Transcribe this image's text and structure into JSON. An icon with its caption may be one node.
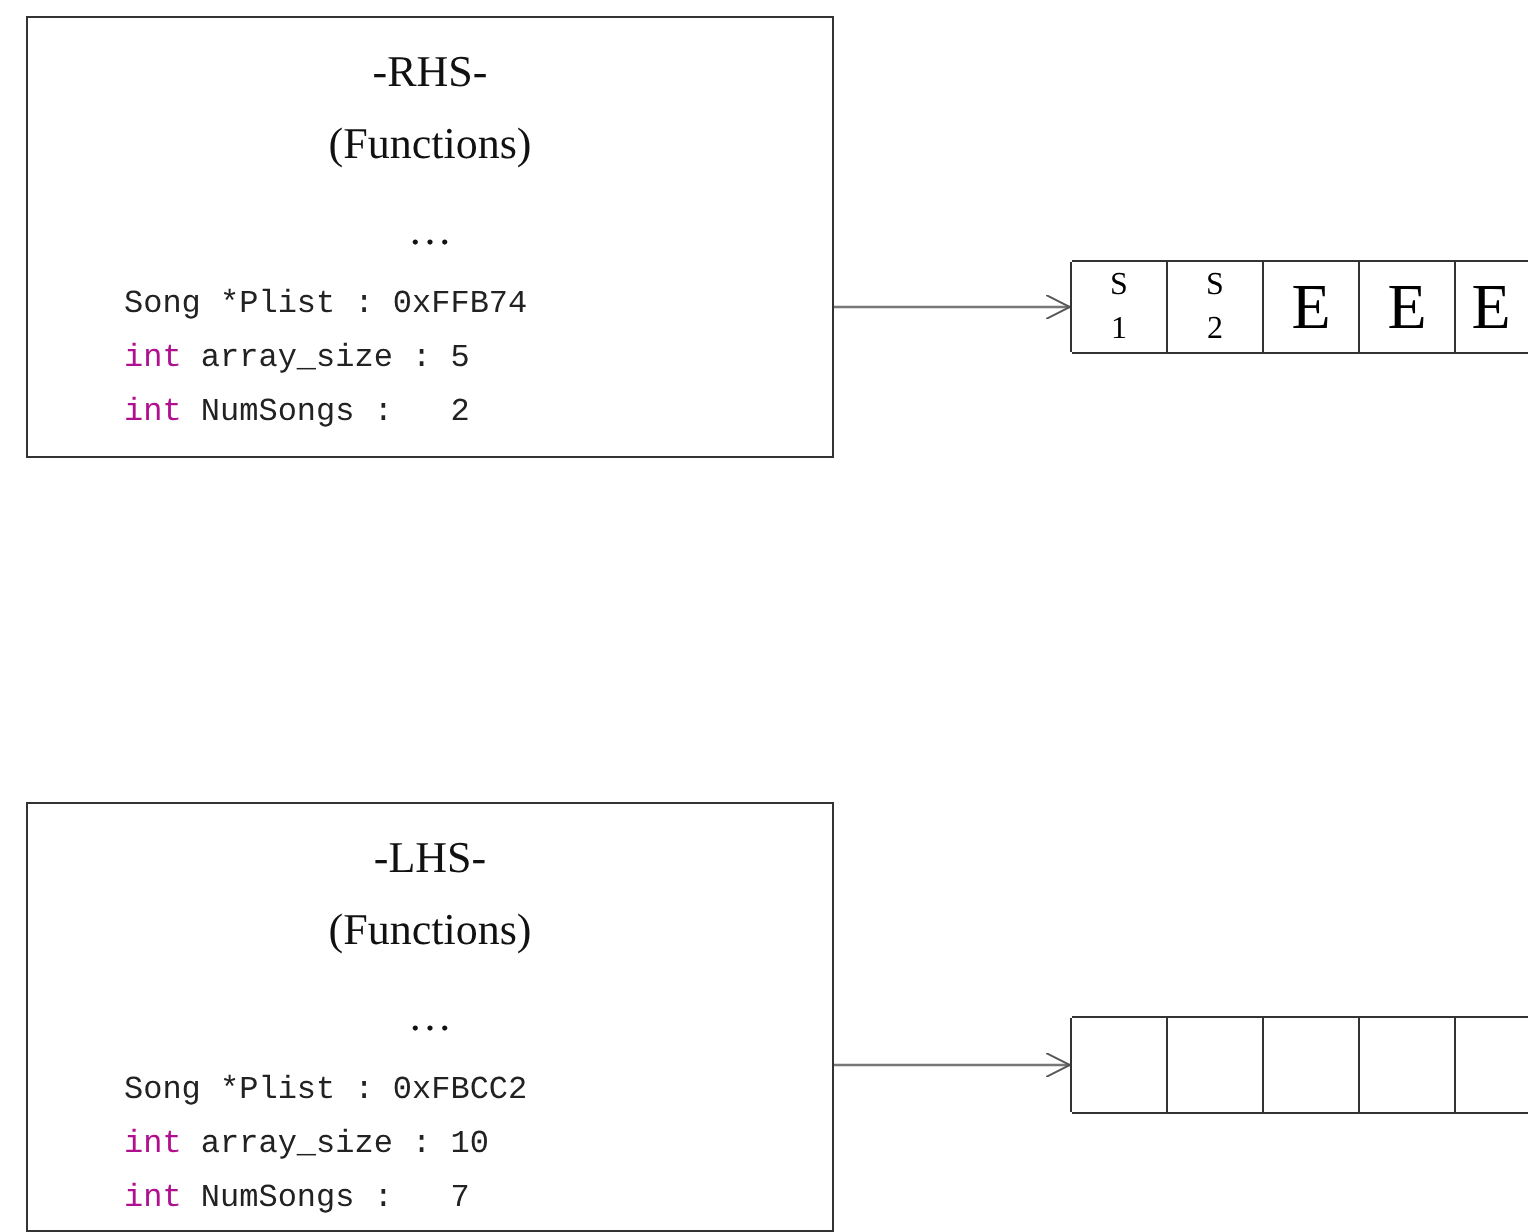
{
  "diagram": {
    "nodes": [
      {
        "text": [
          "-RHS-",
          "(Functions)",
          "…",
          "Song *Plist : 0xFFB74",
          "int array_size : 5",
          "int NumSongs :   2"
        ]
      },
      {
        "text": [],
        "shape": "bar"
      },
      {
        "text": [
          "S 1"
        ],
        "in": 1
      },
      {
        "text": [
          "S 2"
        ],
        "in": 1
      },
      {
        "text": [
          "E"
        ],
        "in": 1
      },
      {
        "text": [
          "E"
        ],
        "in": 1
      },
      {
        "text": [
          "E"
        ],
        "in": 1
      },
      {
        "text": [
          "-LHS-",
          "(Functions)",
          "…",
          "Song *Plist : 0xFBCC2",
          "int array_size : 10",
          "int NumSongs :   7"
        ]
      },
      {
        "text": [],
        "shape": "bar"
      },
      {
        "text": [],
        "shape": "box",
        "in": 8
      },
      {
        "text": [],
        "shape": "box",
        "in": 8
      },
      {
        "text": [],
        "shape": "box",
        "in": 8
      },
      {
        "text": [],
        "shape": "box",
        "in": 8
      },
      {
        "text": [],
        "shape": "box",
        "in": 8
      }
    ],
    "edges": [
      {
        "from": 0,
        "to": 1,
        "arrow": "to"
      },
      {
        "from": 7,
        "to": 8,
        "arrow": "to"
      }
    ]
  }
}
